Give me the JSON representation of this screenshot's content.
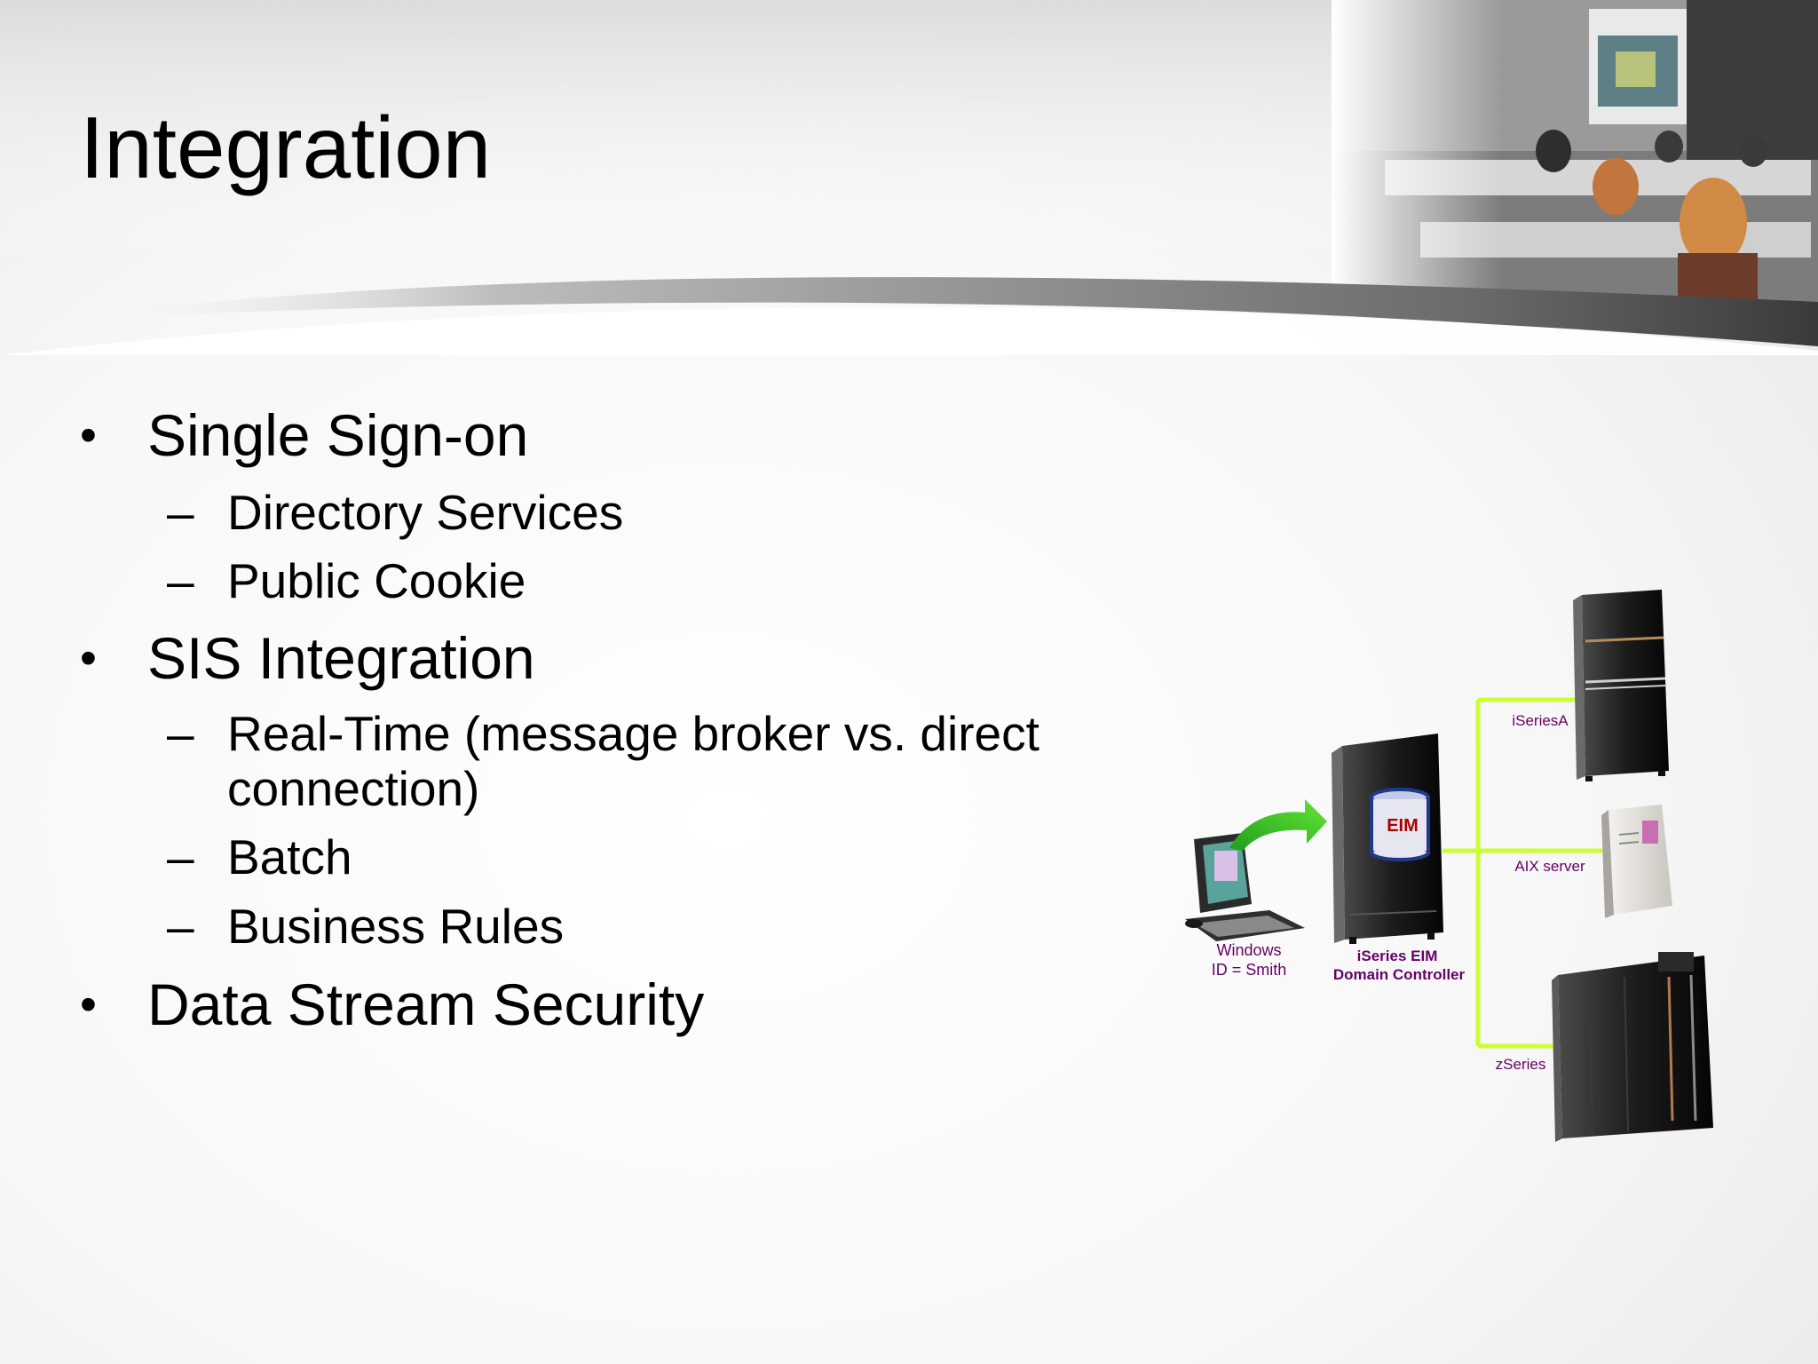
{
  "slide": {
    "title": "Integration"
  },
  "bullets": [
    {
      "text": "Single Sign-on",
      "sub": [
        "Directory Services",
        "Public Cookie"
      ]
    },
    {
      "text": "SIS Integration",
      "sub": [
        "Real-Time (message broker vs. direct",
        "connection)",
        "Batch",
        "Business Rules"
      ]
    },
    {
      "text": "Data Stream Security",
      "sub": []
    }
  ],
  "markers": {
    "bullet": "•",
    "dash": "–"
  },
  "diagram": {
    "client_label_line1": "Windows",
    "client_label_line2": "ID = Smith",
    "controller_label_line1": "iSeries EIM",
    "controller_label_line2": "Domain Controller",
    "eim_label": "EIM",
    "server_a_label": "iSeriesA",
    "aix_label": "AIX server",
    "zseries_label": "zSeries",
    "colors": {
      "connector": "#ccff33",
      "arrow": "#33cc33",
      "label": "#660066",
      "eim_text": "#aa0000"
    }
  },
  "icons": [
    "classroom-photo",
    "workstation-icon",
    "server-tower-icon",
    "database-cylinder-icon",
    "tower-server-icon",
    "mainframe-icon",
    "arrow-icon"
  ]
}
